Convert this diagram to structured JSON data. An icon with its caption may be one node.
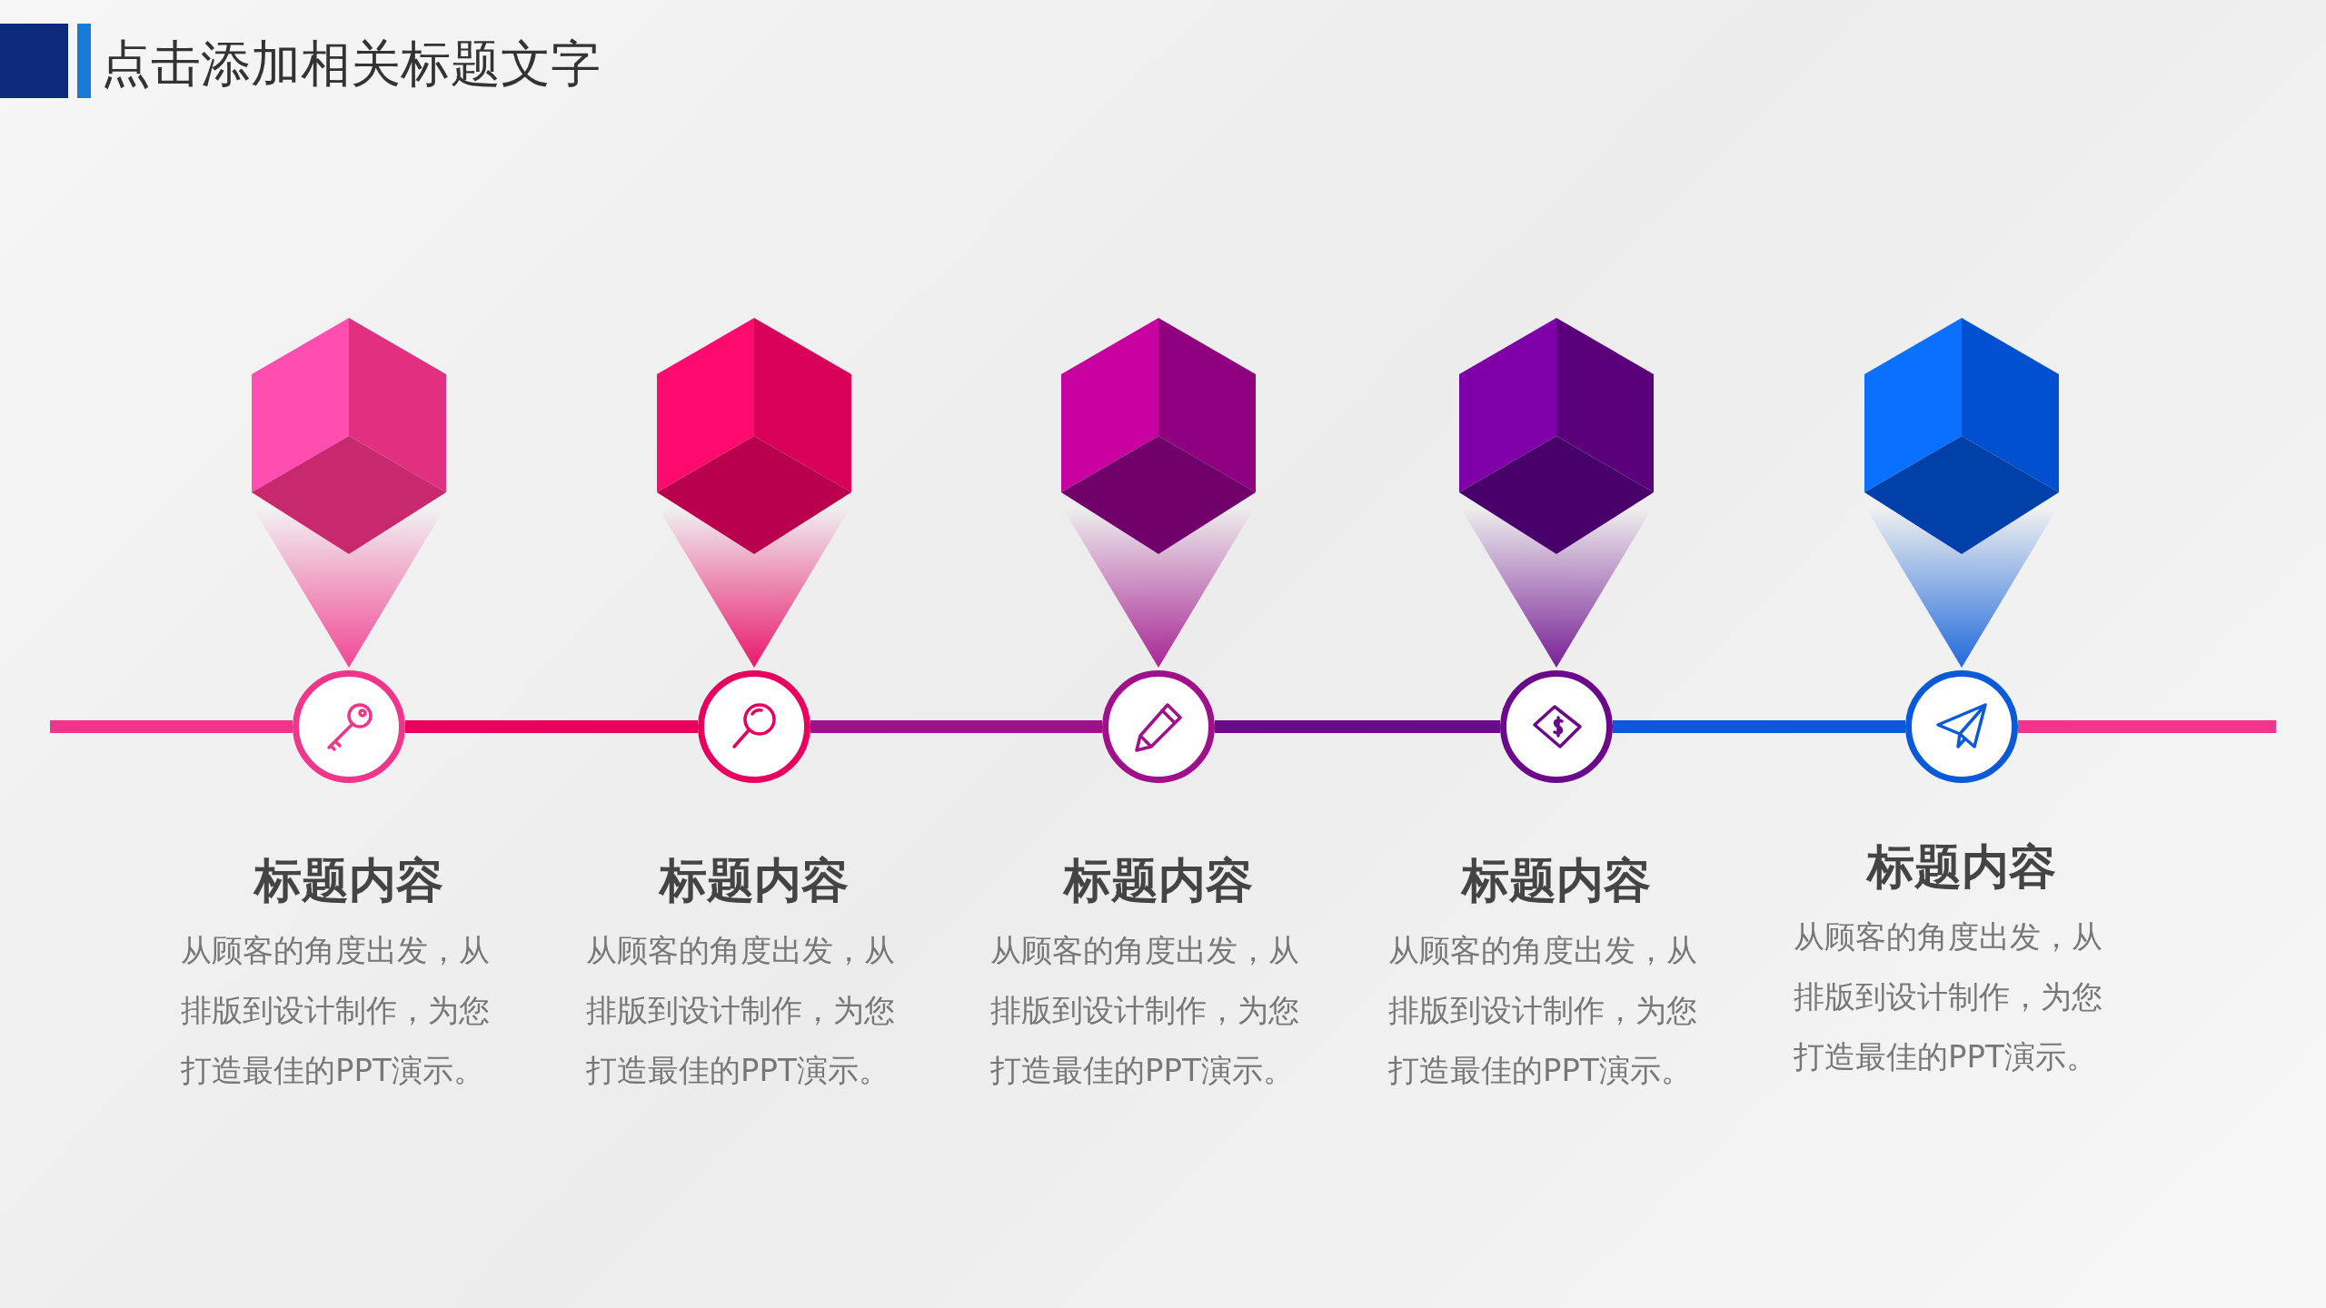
{
  "diagram": {
    "title": "点击添加相关标题文字",
    "nodes": [
      {
        "text": [],
        "shape": "circle",
        "beside": [
          "标题内容",
          "从顾客的角度出发，从排版到设计制作，为您打造最佳的PPT演示。"
        ]
      },
      {
        "text": [],
        "shape": "circle",
        "beside": [
          "标题内容",
          "从顾客的角度出发，从排版到设计制作，为您打造最佳的PPT演示。"
        ]
      },
      {
        "text": [],
        "shape": "circle",
        "beside": [
          "标题内容",
          "从顾客的角度出发，从排版到设计制作，为您打造最佳的PPT演示。"
        ]
      },
      {
        "text": [],
        "shape": "circle",
        "beside": [
          "标题内容",
          "从顾客的角度出发，从排版到设计制作，为您打造最佳的PPT演示。"
        ]
      },
      {
        "text": [],
        "shape": "circle",
        "beside": [
          "标题内容",
          "从顾客的角度出发，从排版到设计制作，为您打造最佳的PPT演示。"
        ]
      }
    ],
    "edges": [
      {
        "from": null,
        "to": 0,
        "arrow": "none",
        "color": "#f0368a"
      },
      {
        "from": 0,
        "to": 1,
        "arrow": "none",
        "color": "#e8005e"
      },
      {
        "from": 1,
        "to": 2,
        "arrow": "none",
        "color": "#a0108a"
      },
      {
        "from": 2,
        "to": 3,
        "arrow": "none",
        "color": "#6a0a8a"
      },
      {
        "from": 3,
        "to": 4,
        "arrow": "none",
        "color": "#0a5ad8"
      },
      {
        "from": 4,
        "to": null,
        "arrow": "none",
        "color": "#f0368a"
      }
    ]
  }
}
